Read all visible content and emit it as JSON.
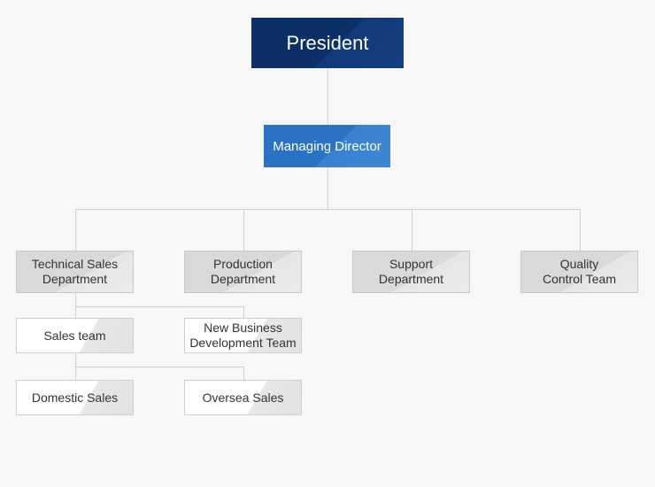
{
  "org_chart": {
    "president": "President",
    "managing_director": "Managing Director",
    "departments": [
      {
        "label": "Technical Sales\nDepartment"
      },
      {
        "label": "Production\nDepartment"
      },
      {
        "label": "Support\nDepartment"
      },
      {
        "label": "Quality\nControl Team"
      }
    ],
    "teams": [
      {
        "label": "Sales team",
        "parent": "Technical Sales\nDepartment"
      },
      {
        "label": "New Business\nDevelopment Team",
        "parent": "Technical Sales\nDepartment"
      },
      {
        "label": "Domestic Sales",
        "parent": "Sales team"
      },
      {
        "label": "Oversea Sales",
        "parent": "Sales team"
      }
    ]
  },
  "colors": {
    "president_bg": "#0b2f66",
    "director_bg": "#2a73c4",
    "department_bg": "#d9d9d9",
    "team_bg": "#ffffff",
    "connector": "#d0d0d0"
  }
}
